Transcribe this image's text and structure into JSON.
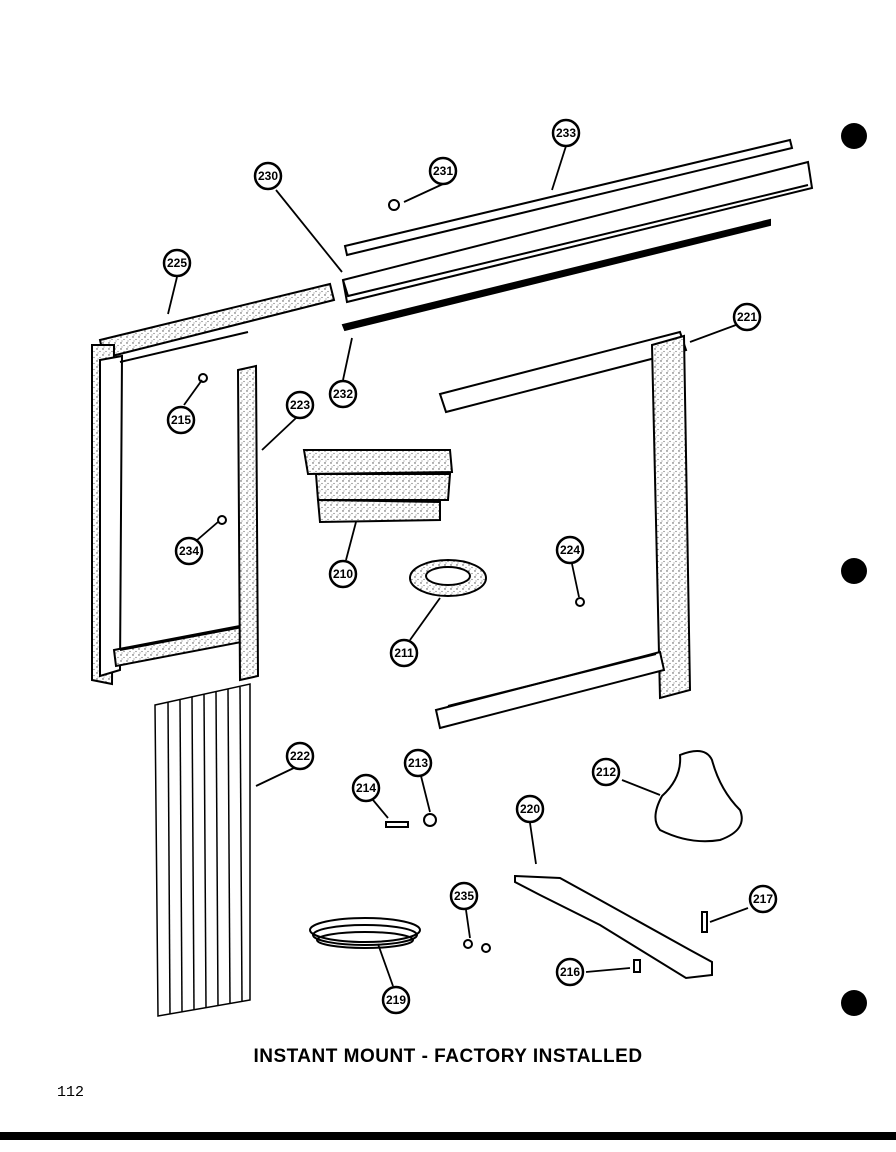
{
  "caption": "INSTANT MOUNT - FACTORY INSTALLED",
  "page_number": "112",
  "callouts": [
    {
      "id": "233",
      "label": "233"
    },
    {
      "id": "231",
      "label": "231"
    },
    {
      "id": "230",
      "label": "230"
    },
    {
      "id": "225",
      "label": "225"
    },
    {
      "id": "221",
      "label": "221"
    },
    {
      "id": "215",
      "label": "215"
    },
    {
      "id": "232",
      "label": "232"
    },
    {
      "id": "223",
      "label": "223"
    },
    {
      "id": "210",
      "label": "210"
    },
    {
      "id": "234",
      "label": "234"
    },
    {
      "id": "224",
      "label": "224"
    },
    {
      "id": "211",
      "label": "211"
    },
    {
      "id": "222",
      "label": "222"
    },
    {
      "id": "213",
      "label": "213"
    },
    {
      "id": "214",
      "label": "214"
    },
    {
      "id": "212",
      "label": "212"
    },
    {
      "id": "220",
      "label": "220"
    },
    {
      "id": "235",
      "label": "235"
    },
    {
      "id": "217",
      "label": "217"
    },
    {
      "id": "216",
      "label": "216"
    },
    {
      "id": "219",
      "label": "219"
    }
  ]
}
